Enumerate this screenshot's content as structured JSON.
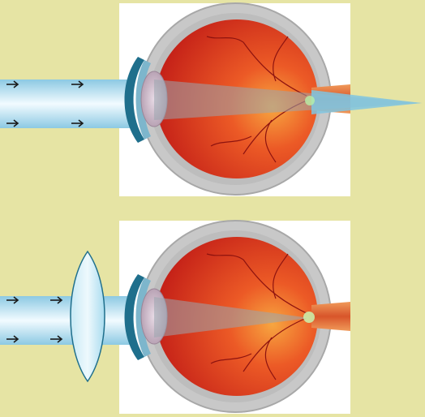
{
  "figure": {
    "panels": [
      {
        "id": "hyperopia",
        "corrective_lens": false,
        "focus": "behind-retina"
      },
      {
        "id": "corrected",
        "corrective_lens": true,
        "focus": "on-retina"
      }
    ],
    "colors": {
      "background": "#e6e4a4",
      "panel_bg": "#ffffff",
      "sclera": "#c9c9c9",
      "sclera_rim": "#a9a9a9",
      "retina": "#d9261c",
      "retina_light": "#f06a2a",
      "cornea": "#1f6f8c",
      "lens": "#c9b9c6",
      "optic_nerve": "#e8703a",
      "beam": "#a7d8ee",
      "beam_core": "#e9f6fc",
      "corrective_lens": "#bfe6f3",
      "arrow": "#1a1a1a"
    },
    "icons": [
      "right-arrow-icon"
    ]
  }
}
